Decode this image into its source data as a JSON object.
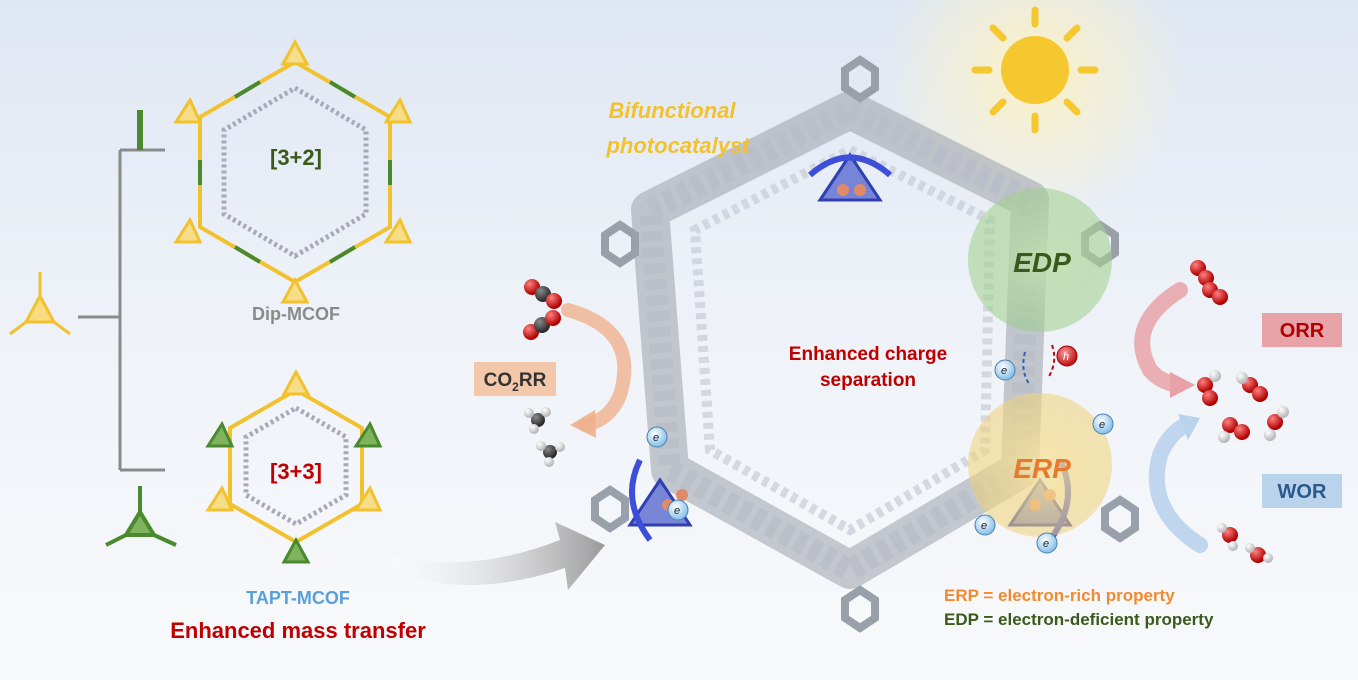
{
  "left": {
    "top_framework_label": "[3+2]",
    "top_framework_name": "Dip-MCOF",
    "bottom_framework_label": "[3+3]",
    "bottom_framework_name": "TAPT-MCOF",
    "caption": "Enhanced mass transfer"
  },
  "center": {
    "title_line1": "Bifunctional",
    "title_line2": "photocatalyst",
    "pore_label_line1": "Enhanced charge",
    "pore_label_line2": "separation",
    "edp_label": "EDP",
    "erp_label": "ERP",
    "electron": "e",
    "electron_sup": "-",
    "hole": "h",
    "hole_sup": "+"
  },
  "co2": {
    "label_main": "CO",
    "label_sub": "2",
    "label_tail": "RR"
  },
  "right": {
    "orr": "ORR",
    "wor": "WOR"
  },
  "legend": {
    "erp_def": "ERP = electron-rich property",
    "edp_def": "EDP = electron-deficient property"
  },
  "colors": {
    "yellow": "#f2c12e",
    "green": "#4a8a2e",
    "dark_green": "#3a5a1c",
    "red": "#c00000",
    "orange": "#e87a30",
    "blue_label": "#5aa0d8",
    "orr_bg": "#e8a3a8",
    "wor_bg": "#b9d3ec"
  }
}
